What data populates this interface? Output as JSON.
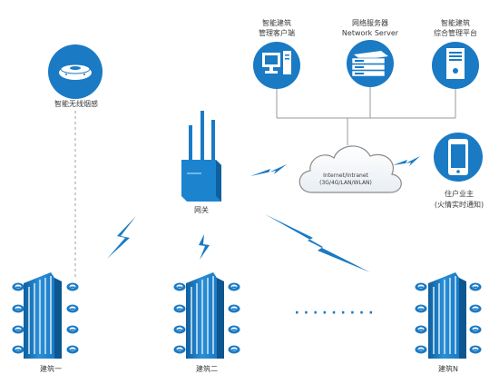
{
  "diagram": {
    "smoke_sensor": {
      "label": "智能无线烟感"
    },
    "gateway": {
      "label": "网关"
    },
    "cloud": {
      "line1": "Internet/Intranet",
      "line2": "(3G/4G/LAN/WLAN)"
    },
    "client": {
      "line1": "智能建筑",
      "line2": "管理客户端"
    },
    "server": {
      "line1": "网络服务器",
      "line2": "Network Server"
    },
    "platform": {
      "line1": "智能建筑",
      "line2": "综合管理平台"
    },
    "owner": {
      "line1": "住户业主",
      "line2": "(火情实时通知)"
    },
    "buildings": [
      {
        "label": "建筑一"
      },
      {
        "label": "建筑二"
      },
      {
        "label": "建筑N"
      }
    ],
    "ellipsis": "· · ·   · · ·   · · ·"
  },
  "colors": {
    "accent": "#1a7ac4",
    "accent_dark": "#0f5f9e",
    "accent_light": "#59b0e8",
    "line": "#9a9a9a",
    "text": "#3a3a3a"
  }
}
